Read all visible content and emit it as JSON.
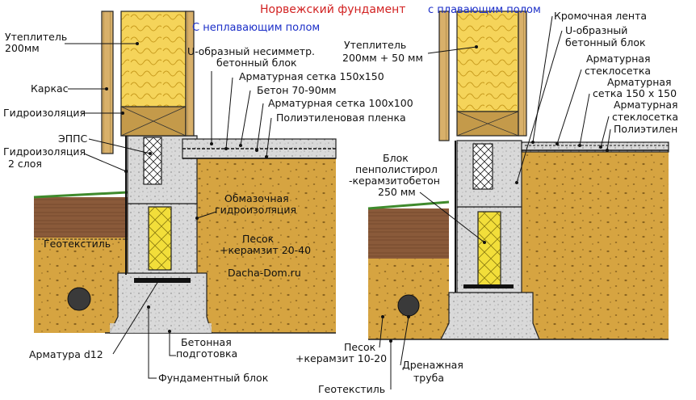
{
  "title": {
    "main": "Норвежский фундамент",
    "sub": "с плавающим полом",
    "main_color": "#d22222",
    "sub_color": "#1c2fc8"
  },
  "left_variant": {
    "heading": "С неплавающим полом",
    "heading_color": "#1c2fc8",
    "labels": {
      "insulation_1": "Утеплитель",
      "insulation_2": "200мм",
      "frame": "Каркас",
      "waterproofing": "Гидроизоляция",
      "epps": "ЭППС",
      "waterproofing2_1": "Гидроизоляция",
      "waterproofing2_2": "2 слоя",
      "geotextile_inline": "Геотекстиль",
      "ublock_1": "U-образный несимметр.",
      "ublock_2": "бетонный блок",
      "mesh150": "Арматурная сетка 150x150",
      "concrete": "Бетон 70-90мм",
      "mesh100": "Арматурная сетка 100x100",
      "film": "Полиэтиленовая пленка",
      "coating_1": "Обмазочная",
      "coating_2": "гидроизоляция",
      "sand_1": "Песок",
      "sand_2": "+керамзит 20-40",
      "watermark": "Dacha-Dom.ru",
      "rebar": "Арматура d12",
      "concrete_base_1": "Бетонная",
      "concrete_base_2": "подготовка",
      "foundation_block": "Фундаментный блок"
    }
  },
  "right_variant": {
    "labels": {
      "insulation_1": "Утеплитель",
      "insulation_2": "200мм + 50 мм",
      "edge_tape": "Кромочная лента",
      "ublock_1": "U-образный",
      "ublock_2": "бетонный блок",
      "glass_mesh_1": "Арматурная",
      "glass_mesh_2": "стеклосетка",
      "mesh150_1": "Арматурная",
      "mesh150_2": "сетка 150 x 150",
      "glass_mesh2_1": "Арматурная",
      "glass_mesh2_2": "стеклосетка",
      "polyethylene": "Полиэтилен",
      "block_1": "Блок",
      "block_2": "пенполистирол",
      "block_3": "-керамзитобетон",
      "block_4": "250 мм",
      "sand_1": "Песок",
      "sand_2": "+керамзит 10-20",
      "geotextile": "Геотекстиль",
      "drain_1": "Дренажная",
      "drain_2": "труба"
    }
  },
  "colors": {
    "soil": "#d6a441",
    "soil_dark": "#b98a2c",
    "topsoil": "#8a5a3a",
    "grass": "#3f8a2c",
    "insulation": "#f5d45a",
    "concrete": "#d9d9d9",
    "wood": "#d8b06a",
    "waterproof": "#1a1a1a",
    "drain": "#3a3a3a"
  }
}
